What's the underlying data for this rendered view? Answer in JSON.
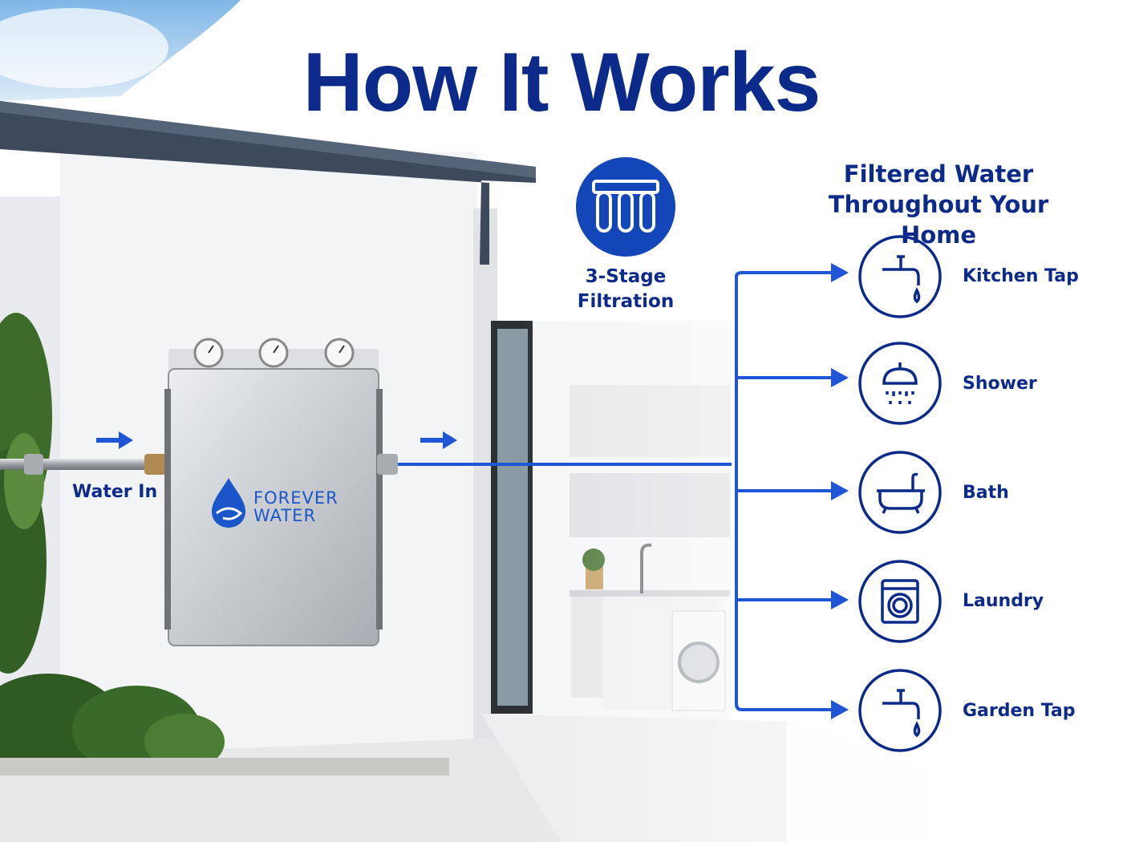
{
  "title": "How It Works",
  "outputs_heading": [
    "Filtered Water",
    "Throughout Your Home"
  ],
  "filtration": {
    "label": [
      "3-Stage",
      "Filtration"
    ],
    "icon": "filter-cartridges-icon"
  },
  "inlet": {
    "label": "Water In"
  },
  "unit": {
    "brand": [
      "FOREVER",
      "WATER"
    ],
    "logo_icon": "water-drop-icon"
  },
  "outputs": [
    {
      "label": "Kitchen Tap",
      "icon": "faucet-icon"
    },
    {
      "label": "Shower",
      "icon": "shower-icon"
    },
    {
      "label": "Bath",
      "icon": "bathtub-icon"
    },
    {
      "label": "Laundry",
      "icon": "washing-machine-icon"
    },
    {
      "label": "Garden Tap",
      "icon": "faucet-icon"
    }
  ],
  "colors": {
    "navy": "#0b2a8a",
    "accent_blue": "#1a56c9",
    "flow_line": "#1f56d6"
  }
}
